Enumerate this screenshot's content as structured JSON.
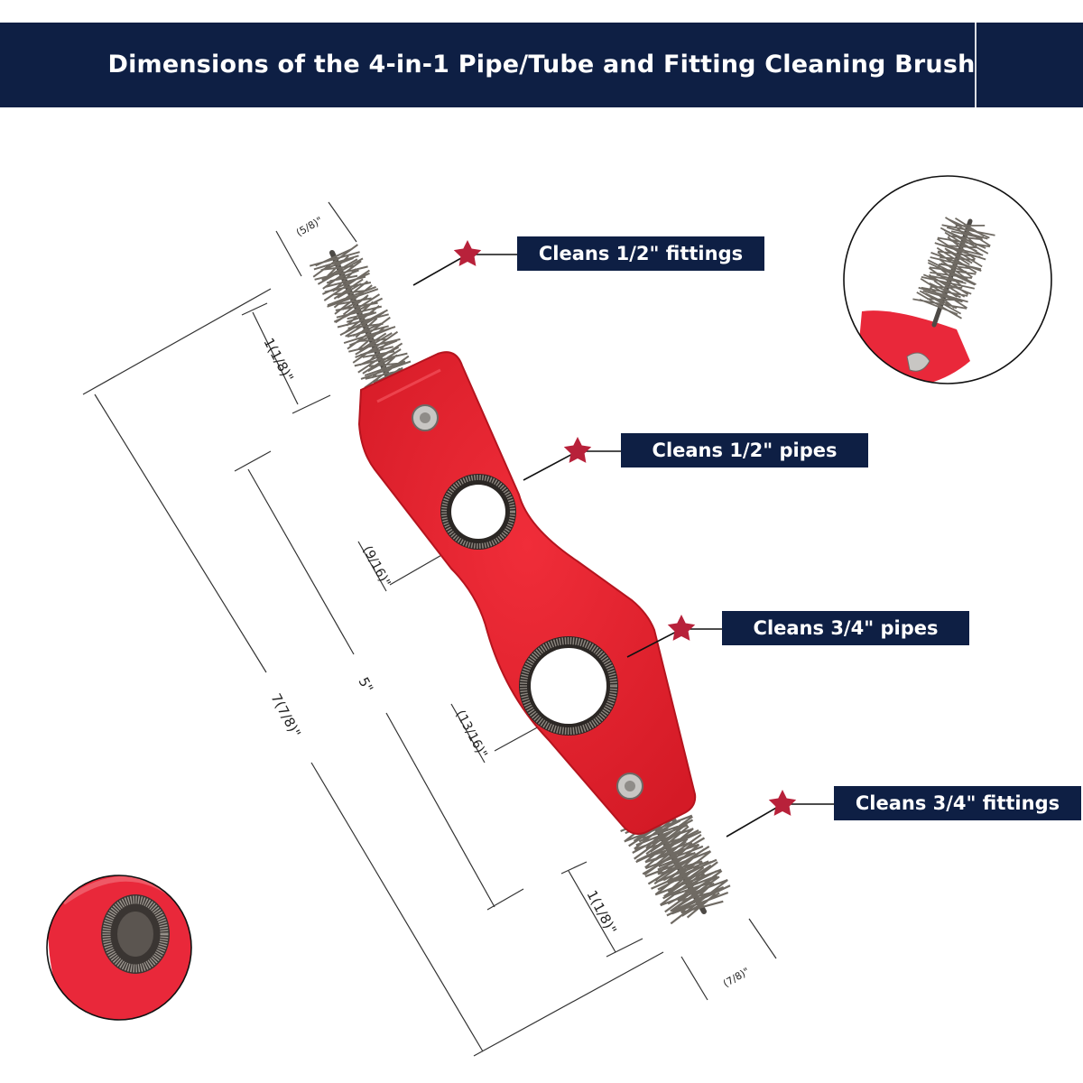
{
  "header": {
    "title": "Dimensions of the 4-in-1 Pipe/Tube and Fitting Cleaning Brush"
  },
  "callouts": [
    {
      "label": "Cleans 1/2\" fittings"
    },
    {
      "label": "Cleans 1/2\" pipes"
    },
    {
      "label": "Cleans 3/4\" pipes"
    },
    {
      "label": "Cleans 3/4\" fittings"
    }
  ],
  "dimensions": {
    "top_brush_diameter": "(5/8)\"",
    "top_brush_length": "1(1/8)\"",
    "small_hole": "(9/16)\"",
    "large_hole": "(13/16)\"",
    "body_length": "5\"",
    "overall_length": "7(7/8)\"",
    "bottom_brush_length": "1(1/8)\"",
    "bottom_brush_diameter": "(7/8)\""
  },
  "colors": {
    "banner": "#0e1f44",
    "tool_body": "#e21f2b",
    "star": "#b8213a",
    "bristles": "#6f6a63"
  },
  "icons": [
    "star-icon",
    "screw-icon"
  ]
}
